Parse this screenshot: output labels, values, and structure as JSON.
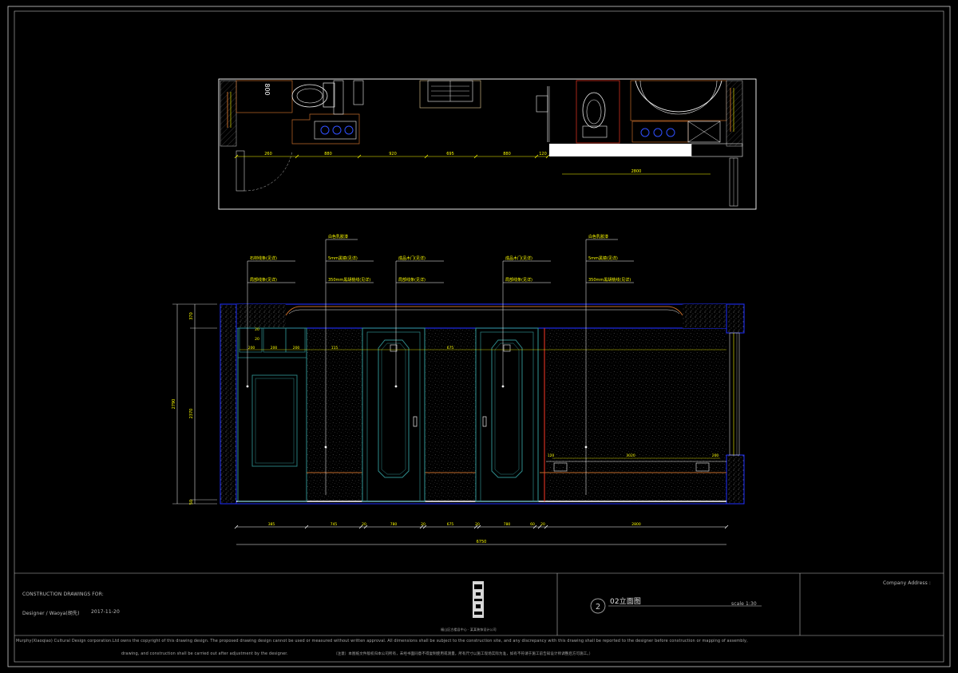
{
  "colors": {
    "background": "#000000",
    "frame": "#ffffff",
    "dimension": "#ffff00",
    "wall_outline": "#2030ff",
    "trim": "#2e8b8b",
    "wood": "#c06a2a",
    "door_red": "#d03020",
    "pattern": "#9a9a9a",
    "highlight": "#ffffff"
  },
  "plan": {
    "dimensions": [
      "260",
      "880",
      "920",
      "695",
      "880",
      "120",
      "2800"
    ],
    "label_vertical": "800"
  },
  "elevation": {
    "callouts": [
      {
        "lines": [
          "白色乳胶漆"
        ]
      },
      {
        "lines": [
          "石材线条(见详)",
          "局部线条(见详)"
        ]
      },
      {
        "lines": [
          "5mm黑镜(见详)",
          "350mm黑胡桃线(见详)"
        ]
      },
      {
        "lines": [
          "成品木门(见详)",
          "局部线条(见详)"
        ]
      },
      {
        "lines": [
          "成品木门(见详)",
          "局部线条(见详)"
        ]
      },
      {
        "lines": [
          "白色乳胶漆"
        ]
      },
      {
        "lines": [
          "5mm黑镜(见详)",
          "350mm黑胡桃线(见详)"
        ]
      }
    ],
    "left_dims": [
      "2790",
      "370",
      "2370",
      "50"
    ],
    "inner_dims": [
      "20",
      "20",
      "200",
      "200",
      "200",
      "115",
      "675"
    ],
    "bottom_dims": [
      "385",
      "745",
      "20",
      "780",
      "20",
      "675",
      "20",
      "780",
      "60",
      "20",
      "2800"
    ],
    "overall": "6750",
    "counter_dims": [
      "120",
      "3020",
      "260"
    ]
  },
  "titleblock": {
    "construction_for": "CONSTRUCTION DRAWINGS FOR:",
    "designer": "Designer / Waoya(胡先)",
    "date": "2017-11-20",
    "company_address": "Company Address :",
    "drawing_number": "2",
    "drawing_title": "02立面图",
    "scale": "scale 1:30",
    "logo_caption": "福山区古楼县中心 · 某某装饰设计公司",
    "copyright": "Murphy(Xiaoqiao) Cultural Design corporation.Ltd owns the copyright of this drawing design. The proposed drawing design cannot be used or measured without written approval. All dimensions shall be subject to the construction site, and any discrepancy with this drawing shall be reported to the designer before construction or mapping of assembly,",
    "copyright2": "drawing, and construction shall be carried out after adjustment by the designer.",
    "chinese_note": "（注意）本图纸文件版权归本公司所有，未经书面同意不得复制使用或测量，所有尺寸以施工现场实际为准，如有不符请于施工前告知设计师调整后方可施工。）"
  }
}
